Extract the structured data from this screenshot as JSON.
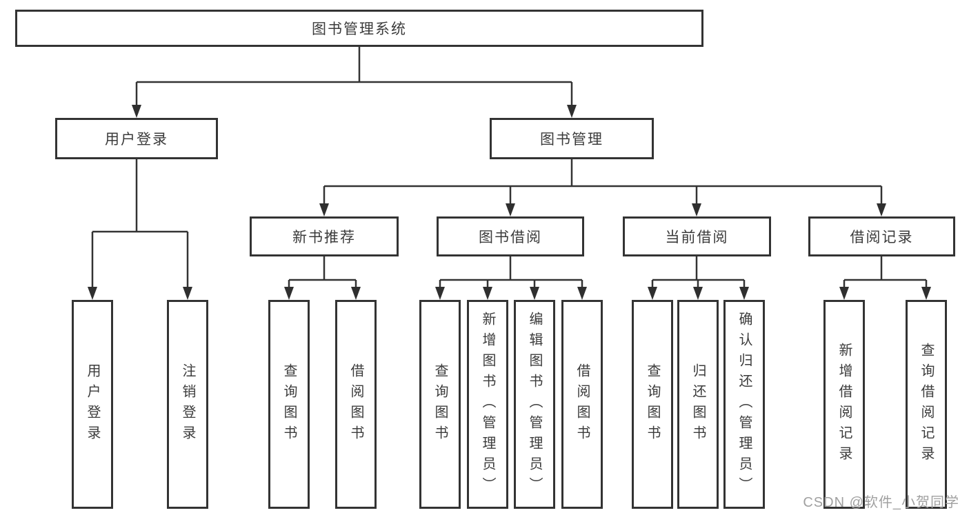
{
  "diagram": {
    "root": {
      "label": "图书管理系统"
    },
    "level2": [
      {
        "label": "用户登录"
      },
      {
        "label": "图书管理"
      }
    ],
    "level3": [
      {
        "label": "新书推荐",
        "parent": "图书管理"
      },
      {
        "label": "图书借阅",
        "parent": "图书管理"
      },
      {
        "label": "当前借阅",
        "parent": "图书管理"
      },
      {
        "label": "借阅记录",
        "parent": "图书管理"
      }
    ],
    "leaves": [
      {
        "label": "用户登录",
        "parent": "用户登录"
      },
      {
        "label": "注销登录",
        "parent": "用户登录"
      },
      {
        "label": "查询图书",
        "parent": "新书推荐"
      },
      {
        "label": "借阅图书",
        "parent": "新书推荐"
      },
      {
        "label": "查询图书",
        "parent": "图书借阅"
      },
      {
        "label": "新增图书（管理员）",
        "parent": "图书借阅"
      },
      {
        "label": "编辑图书（管理员）",
        "parent": "图书借阅"
      },
      {
        "label": "借阅图书",
        "parent": "图书借阅"
      },
      {
        "label": "查询图书",
        "parent": "当前借阅"
      },
      {
        "label": "归还图书",
        "parent": "当前借阅"
      },
      {
        "label": "确认归还（管理员）",
        "parent": "当前借阅"
      },
      {
        "label": "新增借阅记录",
        "parent": "借阅记录"
      },
      {
        "label": "查询借阅记录",
        "parent": "借阅记录"
      }
    ]
  },
  "watermark": {
    "text": "CSDN @软件_小贺同学"
  },
  "colors": {
    "line": "#333333",
    "box_border": "#333333",
    "text": "#3b3b3b",
    "watermark": "#a0a0a0",
    "background": "#ffffff"
  }
}
